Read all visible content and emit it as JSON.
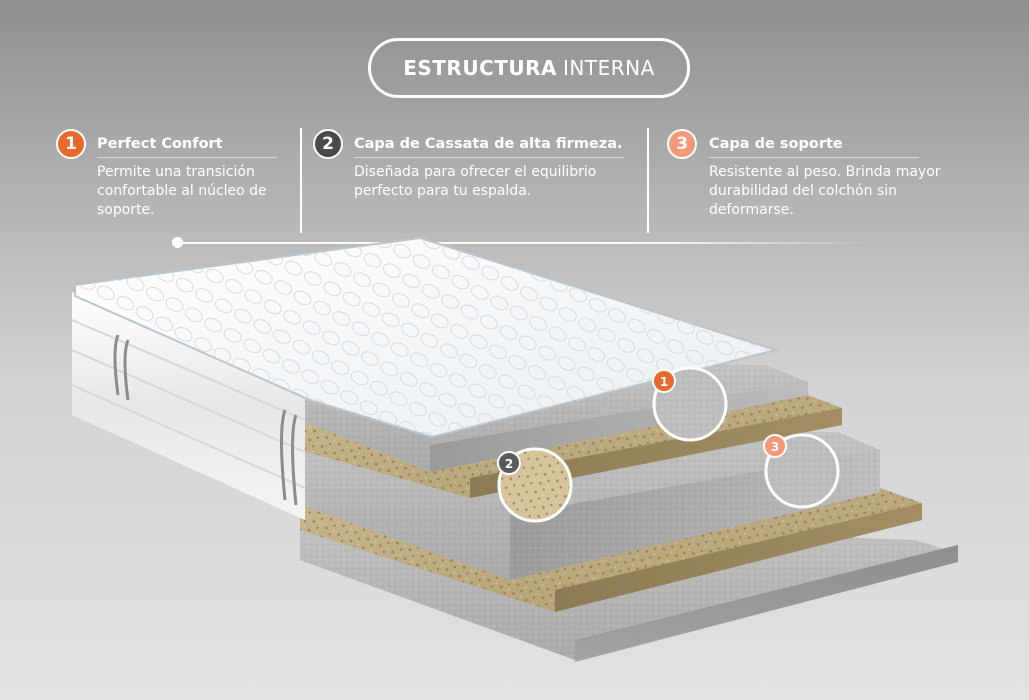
{
  "header": {
    "title_bold": "ESTRUCTURA",
    "title_light": "INTERNA"
  },
  "colors": {
    "orange": "#e8692b",
    "dark": "#4a4a4a",
    "peach": "#f3997a"
  },
  "layers": [
    {
      "number": "1",
      "title": "Perfect Confort",
      "description": "Permite una transición confortable al núcleo de soporte."
    },
    {
      "number": "2",
      "title": "Capa de Cassata de alta firmeza.",
      "description": "Diseñada para ofrecer el equilibrio perfecto para tu espalda."
    },
    {
      "number": "3",
      "title": "Capa de soporte",
      "description": "Resistente al peso. Brinda mayor durabilidad del colchón sin deformarse."
    }
  ],
  "markers": [
    "1",
    "2",
    "3"
  ]
}
